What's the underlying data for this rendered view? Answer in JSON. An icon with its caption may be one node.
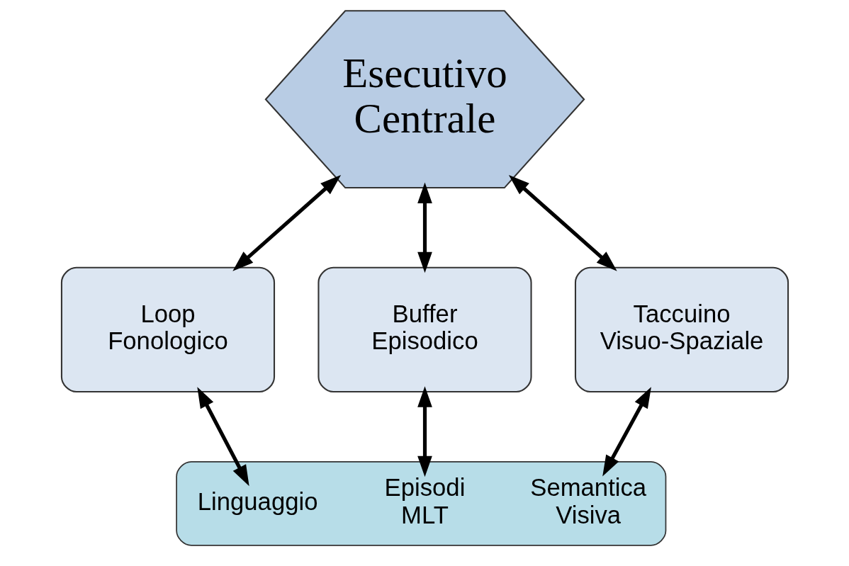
{
  "diagram": {
    "nodes": [
      {
        "text": [
          "Esecutivo Centrale"
        ]
      },
      {
        "text": [
          "Loop Fonologico"
        ]
      },
      {
        "text": [
          "Buffer Episodico"
        ]
      },
      {
        "text": [
          "Taccuino Visuo-Spaziale"
        ]
      },
      {
        "text": [],
        "shape": "box"
      },
      {
        "text": [
          "Linguaggio"
        ],
        "in": 4
      },
      {
        "text": [
          "Episodi MLT"
        ],
        "in": 4
      },
      {
        "text": [
          "Semantica Visiva"
        ],
        "in": 4
      }
    ],
    "edges": [
      {
        "from": 0,
        "to": 1,
        "arrow": "both"
      },
      {
        "from": 0,
        "to": 2,
        "arrow": "both"
      },
      {
        "from": 0,
        "to": 3,
        "arrow": "both"
      },
      {
        "from": 1,
        "to": 5,
        "arrow": "both"
      },
      {
        "from": 2,
        "to": 6,
        "arrow": "both"
      },
      {
        "from": 3,
        "to": 7,
        "arrow": "both"
      }
    ]
  }
}
